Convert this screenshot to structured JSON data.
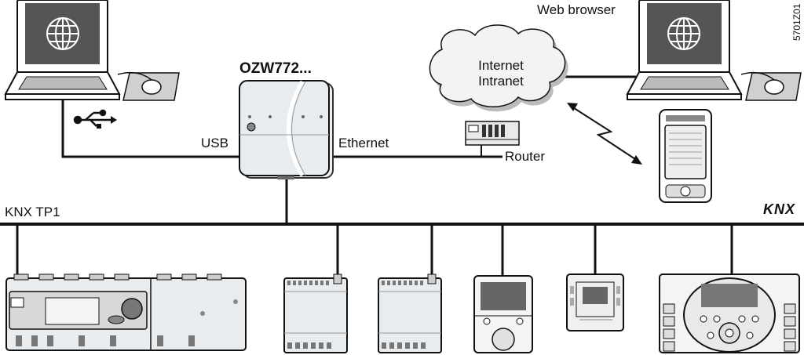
{
  "labels": {
    "device_name": "OZW772...",
    "usb": "USB",
    "ethernet": "Ethernet",
    "router": "Router",
    "web_browser": "Web browser",
    "cloud_line1": "Internet",
    "cloud_line2": "Intranet",
    "bus": "KNX TP1",
    "knx_logo": "KNX",
    "drawing_code": "5701Z01"
  },
  "icons": [
    "globe-icon",
    "usb-icon",
    "lightning-arrow-icon"
  ],
  "colors": {
    "line": "#111111",
    "device_fill": "#e9ecef",
    "cloud_fill": "#f3f3f3",
    "screen": "#555555",
    "mousepad": "#d0d0d0"
  }
}
